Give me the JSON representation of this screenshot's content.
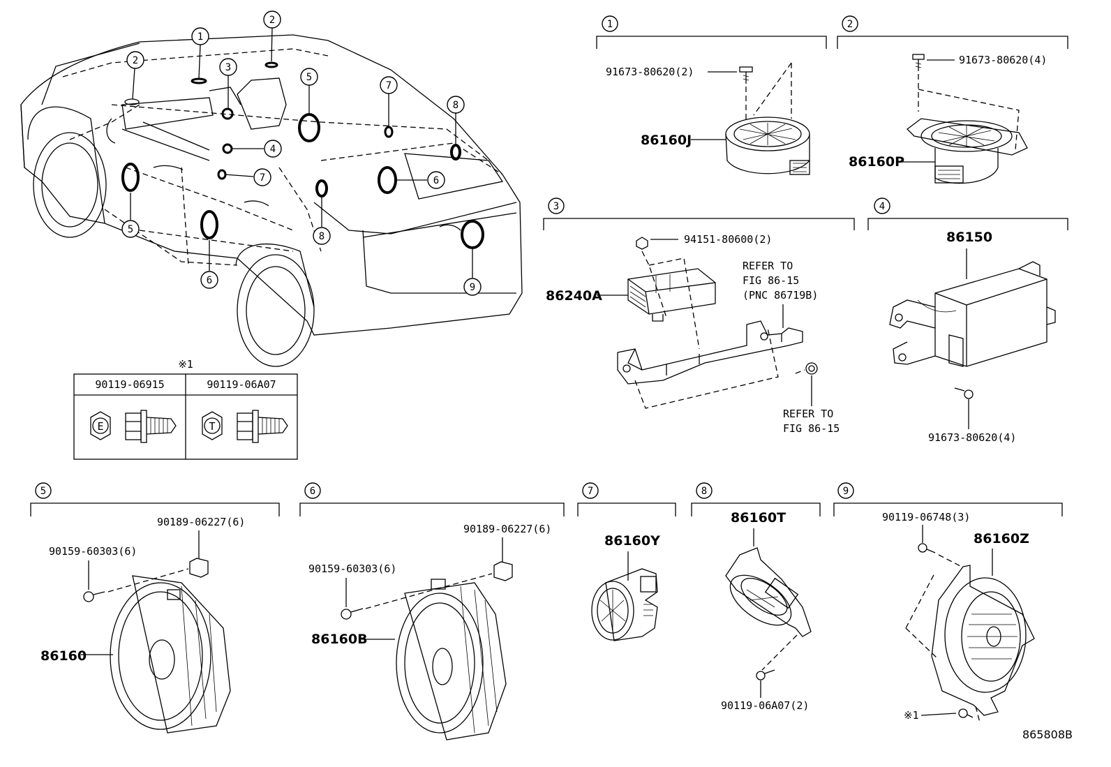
{
  "sections": {
    "s1": {
      "num": "1",
      "parts": [
        "91673-80620(2)",
        "86160J"
      ]
    },
    "s2": {
      "num": "2",
      "parts": [
        "91673-80620(4)",
        "86160P"
      ]
    },
    "s3": {
      "num": "3",
      "parts": [
        "94151-80600(2)",
        "86240A"
      ],
      "refer1": [
        "REFER TO",
        "FIG 86-15",
        "(PNC 86719B)"
      ],
      "refer2": [
        "REFER TO",
        "FIG 86-15"
      ]
    },
    "s4": {
      "num": "4",
      "parts": [
        "86150",
        "91673-80620(4)"
      ]
    },
    "s5": {
      "num": "5",
      "parts": [
        "90189-06227(6)",
        "90159-60303(6)",
        "86160"
      ]
    },
    "s6": {
      "num": "6",
      "parts": [
        "90189-06227(6)",
        "90159-60303(6)",
        "86160B"
      ]
    },
    "s7": {
      "num": "7",
      "parts": [
        "86160Y"
      ]
    },
    "s8": {
      "num": "8",
      "parts": [
        "86160T",
        "90119-06A07(2)"
      ]
    },
    "s9": {
      "num": "9",
      "parts": [
        "90119-06748(3)",
        "86160Z"
      ],
      "note": "※1"
    }
  },
  "legend_table": {
    "note": "※1",
    "col1": {
      "part": "90119-06915",
      "mark": "E"
    },
    "col2": {
      "part": "90119-06A07",
      "mark": "T"
    }
  },
  "car_callouts": [
    "1",
    "2",
    "2",
    "3",
    "4",
    "5",
    "5",
    "6",
    "6",
    "7",
    "7",
    "8",
    "8",
    "9"
  ],
  "drawing_id": "865808B"
}
